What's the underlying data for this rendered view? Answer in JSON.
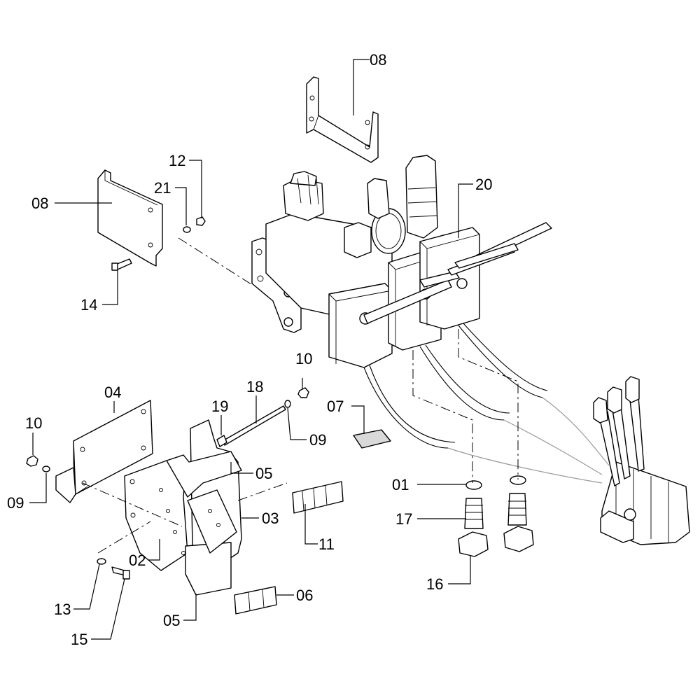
{
  "callouts": [
    {
      "id": "c08a",
      "text": "08"
    },
    {
      "id": "c08b",
      "text": "08"
    },
    {
      "id": "c12",
      "text": "12"
    },
    {
      "id": "c21",
      "text": "21"
    },
    {
      "id": "c14",
      "text": "14"
    },
    {
      "id": "c20",
      "text": "20"
    },
    {
      "id": "c10a",
      "text": "10"
    },
    {
      "id": "c18",
      "text": "18"
    },
    {
      "id": "c04",
      "text": "04"
    },
    {
      "id": "c19",
      "text": "19"
    },
    {
      "id": "c10b",
      "text": "10"
    },
    {
      "id": "c09a",
      "text": "09"
    },
    {
      "id": "c07",
      "text": "07"
    },
    {
      "id": "c09b",
      "text": "09"
    },
    {
      "id": "c05a",
      "text": "05"
    },
    {
      "id": "c03",
      "text": "03"
    },
    {
      "id": "c01",
      "text": "01"
    },
    {
      "id": "c17",
      "text": "17"
    },
    {
      "id": "c11",
      "text": "11"
    },
    {
      "id": "c02",
      "text": "02"
    },
    {
      "id": "c16",
      "text": "16"
    },
    {
      "id": "c06",
      "text": "06"
    },
    {
      "id": "c13",
      "text": "13"
    },
    {
      "id": "c05b",
      "text": "05"
    },
    {
      "id": "c15",
      "text": "15"
    }
  ]
}
